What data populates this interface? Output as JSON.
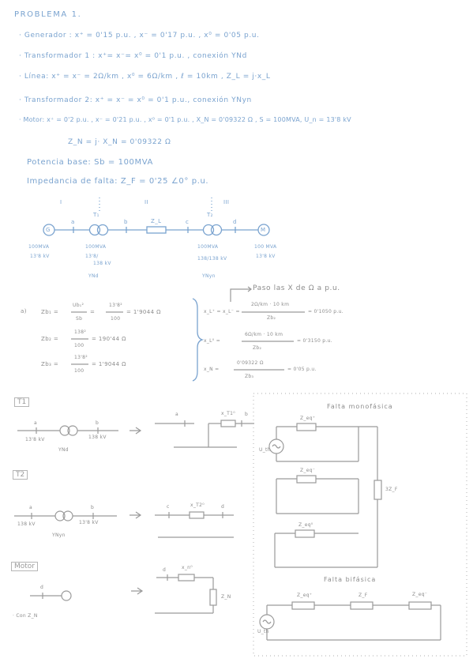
{
  "header": {
    "title": "PROBLEMA 1."
  },
  "data_lines": [
    "· Generador : x⁺ = 0'15 p.u. , x⁻ = 0'17 p.u. , x⁰ = 0'05 p.u.",
    "· Transformador 1 : x⁺= x⁻= x⁰ = 0'1 p.u. , conexión YNd",
    "· Línea: x⁺ = x⁻ = 2Ω/km , x⁰ = 6Ω/km , ℓ = 10km , Z_L = j·x_L",
    "· Transformador 2: x⁺ = x⁻ = x⁰ = 0'1 p.u., conexión YNyn",
    "· Motor: x⁺ = 0'2 p.u. , x⁻ = 0'21 p.u. , x⁰ = 0'1 p.u. , X_N = 0'09322 Ω , S = 100MVA, U_n = 13'8 kV",
    "Z_N = j· X_N = 0'09322 Ω",
    "Potencia base: Sb = 100MVA",
    "Impedancia de falta: Z_F = 0'25 ∠0° p.u."
  ],
  "single_line": {
    "zones": [
      "I",
      "II",
      "III"
    ],
    "nodes": [
      "G",
      "a",
      "T₁",
      "b",
      "Z_L",
      "c",
      "T₂",
      "d",
      "M"
    ],
    "gen_label": [
      "100MVA",
      "13'8 kV"
    ],
    "t1_label": [
      "100MVA",
      "13'8/",
      "138 kV",
      "YNd"
    ],
    "t2_label": [
      "100MVA",
      "138/138 kV",
      "YNyn"
    ],
    "motor_label": [
      "100 MVA",
      "13'8 kV"
    ]
  },
  "base_calc": {
    "part": "a)",
    "zb1_lhs": "Zb₁ =",
    "zb1_frac1_num": "Ub₁²",
    "zb1_frac1_den": "Sb",
    "zb1_frac2_num": "13'8²",
    "zb1_frac2_den": "100",
    "zb1_result": "= 1'9044 Ω",
    "zb2_lhs": "Zb₂ =",
    "zb2_num": "138²",
    "zb2_den": "100",
    "zb2_result": "= 190'44 Ω",
    "zb3_lhs": "Zb₃ =",
    "zb3_num": "13'8²",
    "zb3_den": "100",
    "zb3_result": "= 1'9044 Ω"
  },
  "pu_calc": {
    "note": "Paso las X de Ω a p.u.",
    "xl_pos_lhs": "x_L⁺ = x_L⁻ =",
    "xl_pos_num": "2Ω/km · 10 km",
    "xl_pos_den": "Zb₂",
    "xl_pos_result": "= 0'1050 p.u.",
    "xl_zero_lhs": "x_L⁰ =",
    "xl_zero_num": "6Ω/km · 10 km",
    "xl_zero_den": "Zb₂",
    "xl_zero_result": "= 0'3150 p.u.",
    "xn_lhs": "x_N =",
    "xn_num": "0'09322 Ω",
    "xn_den": "Zb₃",
    "xn_result": "= 0'05 p.u."
  },
  "t1_box": {
    "label": "T1",
    "a": "a",
    "b": "b",
    "left_kv": "13'8 kV",
    "right_kv": "138 kV",
    "conn": "YNd",
    "eq_a": "a",
    "eq_b": "b",
    "eq_x": "x_T1⁰"
  },
  "t2_box": {
    "label": "T2",
    "a": "a",
    "b": "b",
    "left_kv": "138 kV",
    "right_kv": "13'8 kV",
    "conn": "YNyn",
    "eq_c": "c",
    "eq_d": "d",
    "eq_x": "x_T2⁰"
  },
  "motor_box": {
    "label": "Motor",
    "d": "d",
    "note": "· Con Z_N",
    "eq_d": "d",
    "eq_x": "x_n⁰",
    "eq_zn": "Z_N"
  },
  "faults": {
    "mono_title": "Falta monofásica",
    "mono_zeq_pos": "Z_eq⁺",
    "mono_zeq_neg": "Z_eq⁻",
    "mono_zeq_zero": "Z_eq⁰",
    "mono_source": "U_th",
    "mono_zf": "3Z_F",
    "bi_title": "Falta bifásica",
    "bi_zeq_pos": "Z_eq⁺",
    "bi_zf": "Z_F",
    "bi_zeq_neg": "Z_eq⁻",
    "bi_source": "U_th"
  },
  "colors": {
    "ink_blue": "#7aa3cf",
    "ink_gray": "#8c8c8c"
  }
}
